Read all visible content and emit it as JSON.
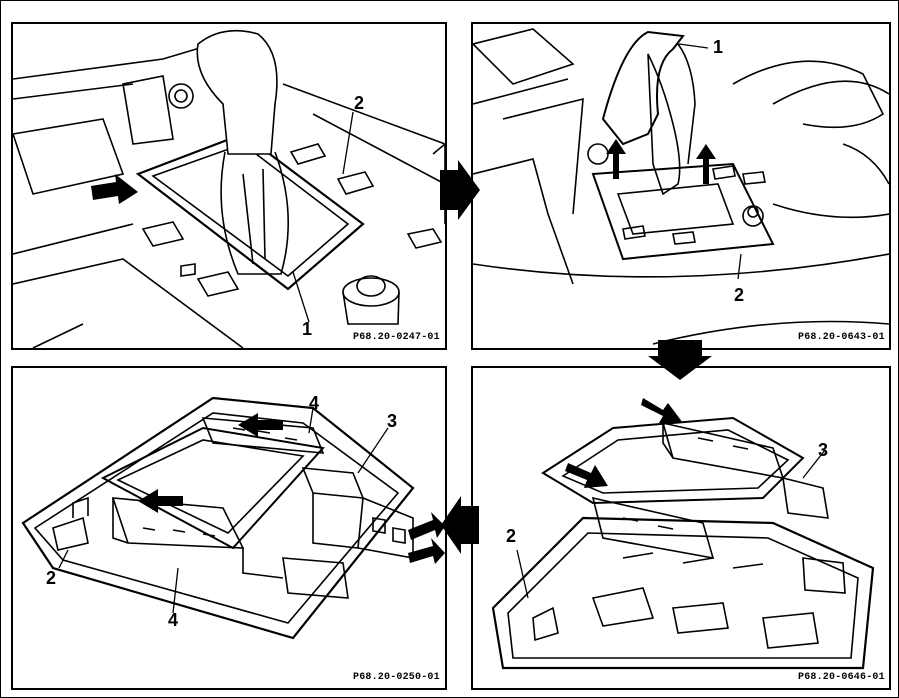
{
  "panels": [
    {
      "code": "P68.20-0247-01",
      "callouts": [
        "1",
        "2"
      ]
    },
    {
      "code": "P68.20-0643-01",
      "callouts": [
        "1",
        "2"
      ]
    },
    {
      "code": "P68.20-0250-01",
      "callouts": [
        "2",
        "3",
        "4",
        "4"
      ]
    },
    {
      "code": "P68.20-0646-01",
      "callouts": [
        "2",
        "3"
      ]
    }
  ],
  "flow_arrows": [
    "right",
    "down",
    "left"
  ]
}
